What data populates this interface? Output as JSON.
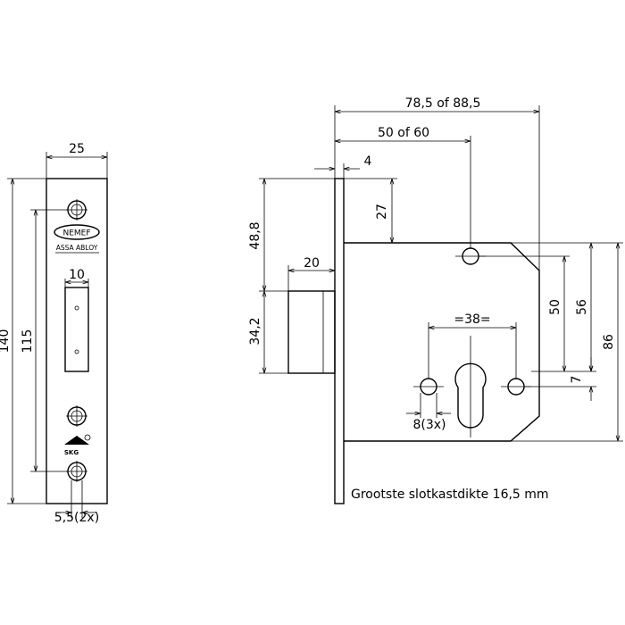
{
  "front_view": {
    "width_label": "25",
    "height_total_label": "140",
    "height_screws_label": "115",
    "latch_width_label": "10",
    "screw_hole_label": "5,5(2x)",
    "brand_logo": "NEMEF",
    "brand_sub": "ASSA ABLOY",
    "cert_label": "SKG",
    "cert_icon": "skg-keyhole-icon"
  },
  "side_view": {
    "backset_total_label": "78,5 of 88,5",
    "backset_label": "50 of 60",
    "faceplate_thickness_label": "4",
    "dim_27_label": "27",
    "dim_48_8_label": "48,8",
    "bolt_throw_label": "20",
    "bolt_height_label": "34,2",
    "cylinder_spacing_label": "=38=",
    "dim_50_label": "50",
    "dim_56_label": "56",
    "dim_86_label": "86",
    "dim_7_label": "7",
    "holes_label": "8(3x)",
    "note": "Grootste slotkastdikte 16,5 mm"
  }
}
